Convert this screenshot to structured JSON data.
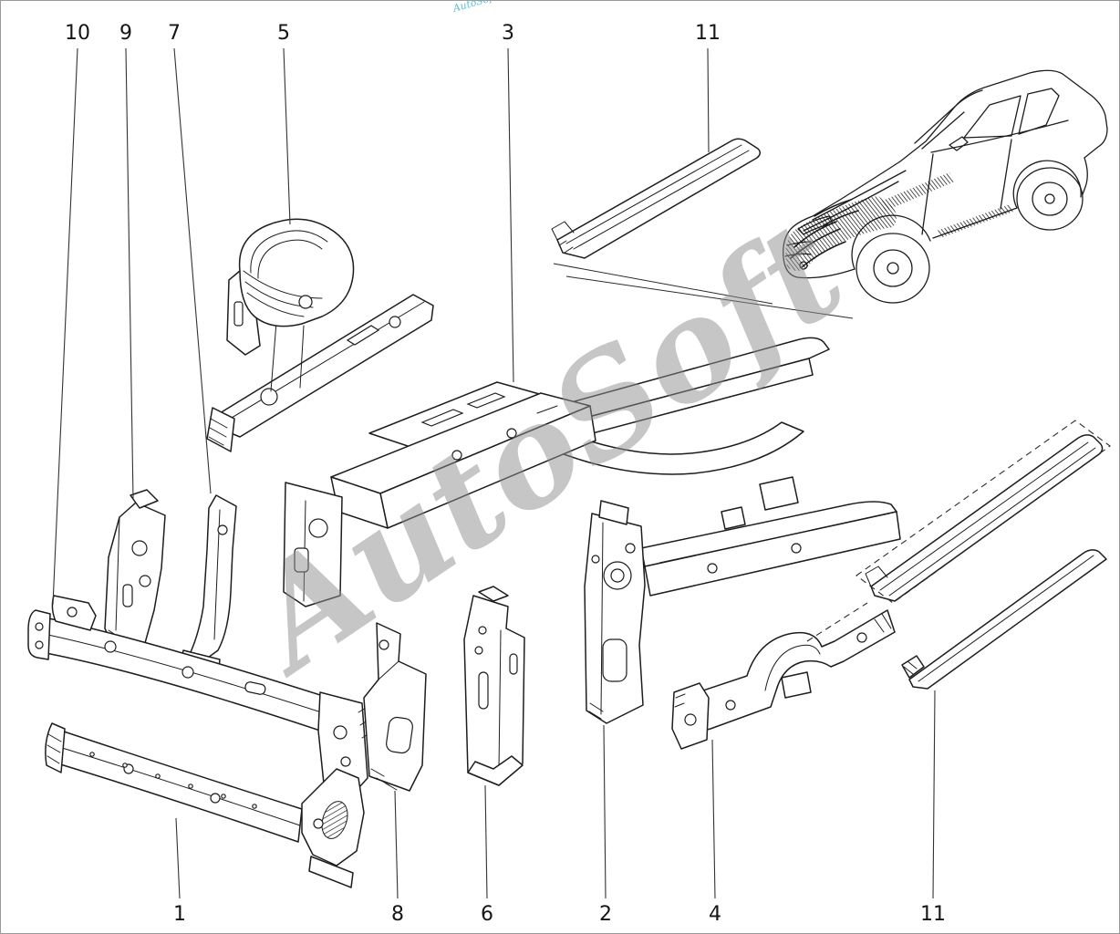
{
  "page": {
    "background": "#ffffff",
    "border_color": "#9a9a9a",
    "line_color": "#1d1d1d"
  },
  "watermark": {
    "text": "AutoSoft",
    "color": "#8f8f8f"
  },
  "corner_mark": {
    "text": "AutoSoft",
    "color": "#45b9d6"
  },
  "callouts": [
    {
      "label": "10",
      "position": "top"
    },
    {
      "label": "9",
      "position": "top"
    },
    {
      "label": "7",
      "position": "top"
    },
    {
      "label": "5",
      "position": "top"
    },
    {
      "label": "3",
      "position": "top"
    },
    {
      "label": "11",
      "position": "top"
    },
    {
      "label": "1",
      "position": "bottom"
    },
    {
      "label": "8",
      "position": "bottom"
    },
    {
      "label": "6",
      "position": "bottom"
    },
    {
      "label": "2",
      "position": "bottom"
    },
    {
      "label": "4",
      "position": "bottom"
    },
    {
      "label": "11",
      "position": "bottom"
    }
  ]
}
